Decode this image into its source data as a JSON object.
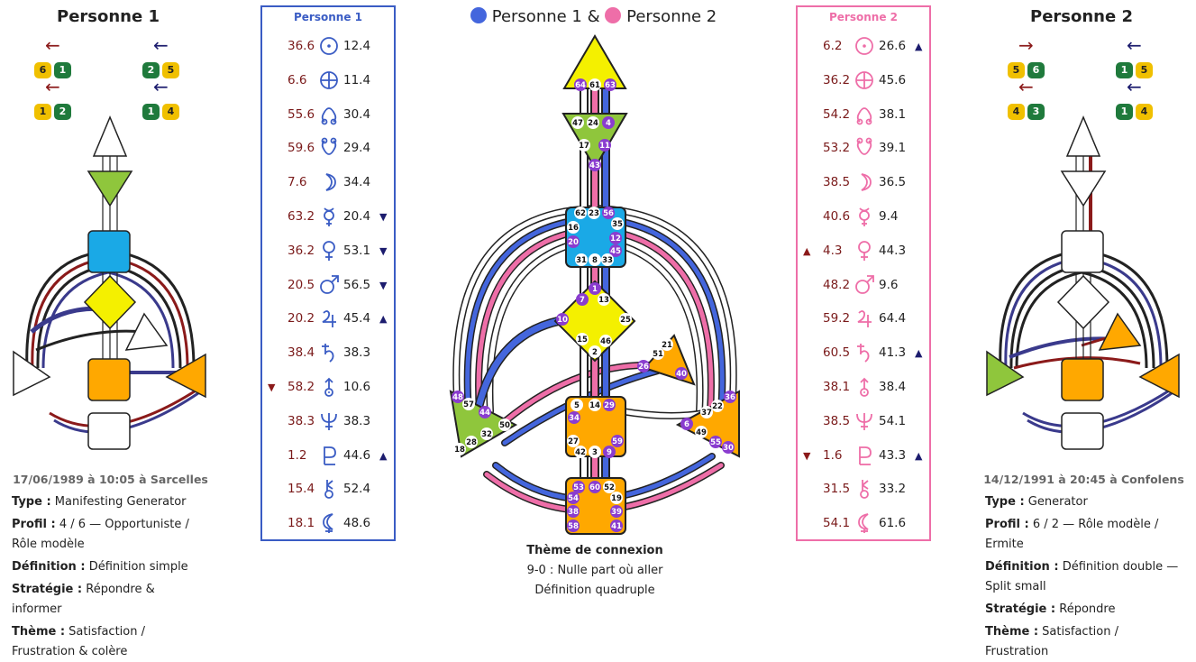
{
  "left": {
    "title": "Personne 1",
    "date": "17/06/1989 à 10:05 à Sarcelles",
    "arrows": {
      "left_top": "←",
      "right_top": "←",
      "left_bottom": "←",
      "right_bottom": "←"
    },
    "pills": {
      "left_top": [
        "6",
        "1"
      ],
      "right_top": [
        "2",
        "5"
      ],
      "left_bottom": [
        "1",
        "2"
      ],
      "right_bottom": [
        "1",
        "4"
      ]
    },
    "type_label": "Type :",
    "type": "Manifesting Generator",
    "profil_label": "Profil :",
    "profil": "4 / 6 — Opportuniste / Rôle modèle",
    "definition_label": "Définition :",
    "definition": "Définition simple",
    "strategie_label": "Stratégie :",
    "strategie": "Répondre & informer",
    "theme_label": "Thème :",
    "theme": "Satisfaction / Frustration & colère"
  },
  "right": {
    "title": "Personne 2",
    "date": "14/12/1991 à 20:45 à Confolens",
    "arrows": {
      "left_top": "→",
      "right_top": "←",
      "left_bottom": "←",
      "right_bottom": "←"
    },
    "pills": {
      "left_top": [
        "5",
        "6"
      ],
      "right_top": [
        "1",
        "5"
      ],
      "left_bottom": [
        "4",
        "3"
      ],
      "right_bottom": [
        "1",
        "4"
      ]
    },
    "type_label": "Type :",
    "type": "Generator",
    "profil_label": "Profil :",
    "profil": "6 / 2 — Rôle modèle / Ermite",
    "definition_label": "Définition :",
    "definition": "Définition double — Split small",
    "strategie_label": "Stratégie :",
    "strategie": "Répondre",
    "theme_label": "Thème :",
    "theme": "Satisfaction / Frustration"
  },
  "center": {
    "legend_p1": "Personne 1 &",
    "legend_p2": "Personne 2",
    "caption_title": "Thème de connexion",
    "caption_line1": "9-0 : Nulle part où aller",
    "caption_line2": "Définition quadruple",
    "colors": {
      "p1": "#4466dd",
      "p2": "#ee6ea8",
      "head": "#f4f000",
      "ajna": "#8fc63c",
      "throat": "#ffa800",
      "g": "#f4f000",
      "sacral": "#ffa800",
      "spleen": "#8fc63c",
      "ego": "#ffa800",
      "solar": "#ffa800",
      "root": "#ffa800",
      "blue_center": "#1aa9e6",
      "gate_purple": "#8a3ccf"
    }
  },
  "panel1": {
    "title": "Personne 1",
    "color": "#3a5cc4",
    "rows": [
      {
        "a": "36.6",
        "b": "12.4",
        "sym": "sun-icon",
        "mk": ""
      },
      {
        "a": "6.6",
        "b": "11.4",
        "sym": "earth-icon",
        "mk": ""
      },
      {
        "a": "55.6",
        "b": "30.4",
        "sym": "north-node-icon",
        "mk": ""
      },
      {
        "a": "59.6",
        "b": "29.4",
        "sym": "south-node-icon",
        "mk": ""
      },
      {
        "a": "7.6",
        "b": "34.4",
        "sym": "moon-icon",
        "mk": ""
      },
      {
        "a": "63.2",
        "b": "20.4",
        "sym": "mercury-icon",
        "mk": "▼"
      },
      {
        "a": "36.2",
        "b": "53.1",
        "sym": "venus-icon",
        "mk": "▼"
      },
      {
        "a": "20.5",
        "b": "56.5",
        "sym": "mars-icon",
        "mk": "▼"
      },
      {
        "a": "20.2",
        "b": "45.4",
        "sym": "jupiter-icon",
        "mk": "▲"
      },
      {
        "a": "38.4",
        "b": "38.3",
        "sym": "saturn-icon",
        "mk": ""
      },
      {
        "a": "58.2",
        "b": "10.6",
        "sym": "uranus-icon",
        "mk": "",
        "mkl": "▼"
      },
      {
        "a": "38.3",
        "b": "38.3",
        "sym": "neptune-icon",
        "mk": ""
      },
      {
        "a": "1.2",
        "b": "44.6",
        "sym": "pluto-icon",
        "mk": "▲"
      },
      {
        "a": "15.4",
        "b": "52.4",
        "sym": "chiron-icon",
        "mk": ""
      },
      {
        "a": "18.1",
        "b": "48.6",
        "sym": "lilith-icon",
        "mk": ""
      }
    ]
  },
  "panel2": {
    "title": "Personne 2",
    "color": "#ee6ea8",
    "rows": [
      {
        "a": "6.2",
        "b": "26.6",
        "sym": "sun-icon",
        "mk": "▲"
      },
      {
        "a": "36.2",
        "b": "45.6",
        "sym": "earth-icon",
        "mk": ""
      },
      {
        "a": "54.2",
        "b": "38.1",
        "sym": "north-node-icon",
        "mk": ""
      },
      {
        "a": "53.2",
        "b": "39.1",
        "sym": "south-node-icon",
        "mk": ""
      },
      {
        "a": "38.5",
        "b": "36.5",
        "sym": "moon-icon",
        "mk": ""
      },
      {
        "a": "40.6",
        "b": "9.4",
        "sym": "mercury-icon",
        "mk": ""
      },
      {
        "a": "4.3",
        "b": "44.3",
        "sym": "venus-icon",
        "mk": "",
        "mkl": "▲"
      },
      {
        "a": "48.2",
        "b": "9.6",
        "sym": "mars-icon",
        "mk": ""
      },
      {
        "a": "59.2",
        "b": "64.4",
        "sym": "jupiter-icon",
        "mk": ""
      },
      {
        "a": "60.5",
        "b": "41.3",
        "sym": "saturn-icon",
        "mk": "▲"
      },
      {
        "a": "38.1",
        "b": "38.4",
        "sym": "uranus-icon",
        "mk": ""
      },
      {
        "a": "38.5",
        "b": "54.1",
        "sym": "neptune-icon",
        "mk": ""
      },
      {
        "a": "1.6",
        "b": "43.3",
        "sym": "pluto-icon",
        "mk": "▲",
        "mkl": "▼"
      },
      {
        "a": "31.5",
        "b": "33.2",
        "sym": "chiron-icon",
        "mk": ""
      },
      {
        "a": "54.1",
        "b": "61.6",
        "sym": "lilith-icon",
        "mk": ""
      }
    ]
  },
  "gates": {
    "head": [
      "64",
      "61",
      "63"
    ],
    "ajna": [
      "47",
      "24",
      "4",
      "17",
      "11",
      "43"
    ],
    "throat": [
      "62",
      "23",
      "56",
      "16",
      "35",
      "20",
      "12",
      "45",
      "31",
      "8",
      "33"
    ],
    "g": [
      "1",
      "7",
      "13",
      "10",
      "25",
      "15",
      "46",
      "2"
    ],
    "ego": [
      "21",
      "51",
      "26",
      "40"
    ],
    "spleen": [
      "48",
      "57",
      "44",
      "50",
      "32",
      "28",
      "18"
    ],
    "sacral": [
      "5",
      "14",
      "29",
      "34",
      "27",
      "42",
      "3",
      "9",
      "59"
    ],
    "solar": [
      "36",
      "22",
      "37",
      "6",
      "49",
      "55",
      "30"
    ],
    "root": [
      "53",
      "60",
      "52",
      "54",
      "19",
      "38",
      "39",
      "58",
      "41"
    ]
  }
}
